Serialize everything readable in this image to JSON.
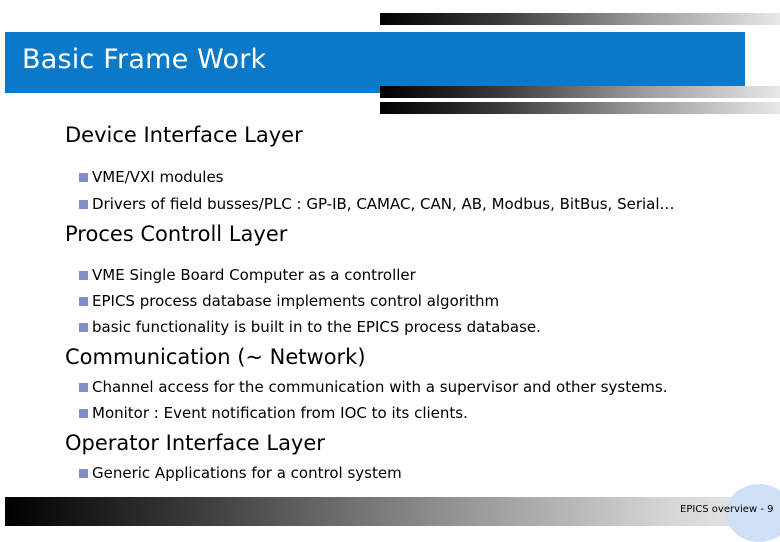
{
  "slide": {
    "title": "Basic Frame Work",
    "sections": [
      {
        "heading": "Device Interface Layer",
        "bullets": [
          "VME/VXI  modules",
          "Drivers of field busses/PLC : GP-IB, CAMAC, CAN, AB, Modbus, BitBus, Serial…"
        ]
      },
      {
        "heading": "Proces Controll Layer",
        "bullets": [
          "VME Single Board Computer as a controller",
          "EPICS process database implements control algorithm",
          "basic functionality is built in to the EPICS process database."
        ]
      },
      {
        "heading": "Communication (~ Network)",
        "bullets": [
          "Channel access for the communication with a supervisor and other systems.",
          "Monitor : Event notification from IOC to its clients."
        ]
      },
      {
        "heading": "Operator Interface Layer",
        "bullets": [
          "Generic Applications for a control system"
        ]
      }
    ],
    "footer": "EPICS overview - 9"
  },
  "colors": {
    "title_band": "#0a7ac8",
    "bullet_square": "#7f8ec8",
    "footer_circle": "#cfe0f6"
  }
}
